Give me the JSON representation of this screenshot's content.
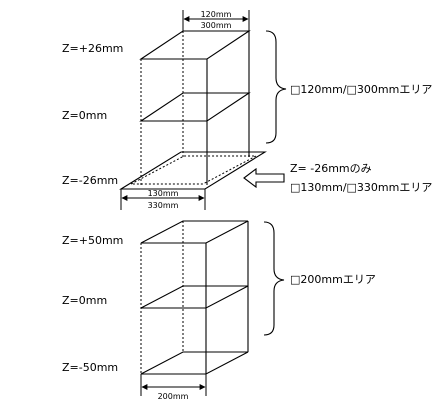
{
  "upper": {
    "z_labels": [
      "Z=+26mm",
      "Z=0mm",
      "Z=-26mm"
    ],
    "top_dim_1": "120mm",
    "top_dim_2": "300mm",
    "bottom_dim_1": "130mm",
    "bottom_dim_2": "330mm",
    "area_label": "□120mm/□300mmエリア",
    "note_line1": "Z= -26mmのみ",
    "note_line2": "□130mm/□330mmエリア"
  },
  "lower": {
    "z_labels": [
      "Z=+50mm",
      "Z=0mm",
      "Z=-50mm"
    ],
    "bottom_dim": "200mm",
    "area_label": "□200mmエリア"
  }
}
